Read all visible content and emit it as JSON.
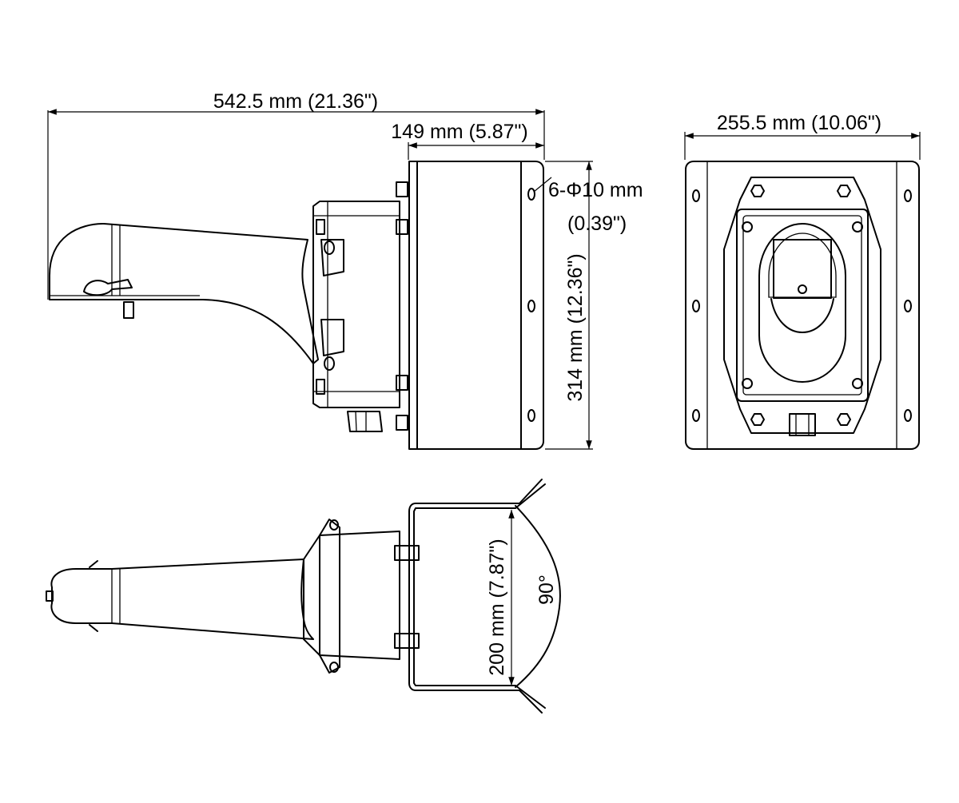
{
  "dimensions": {
    "overall_length": "542.5 mm (21.36\")",
    "box_depth": "149 mm (5.87\")",
    "width": "255.5 mm (10.06\")",
    "height": "314 mm (12.36\")",
    "hole_spec_line1": "6-Φ10 mm",
    "hole_spec_line2": "(0.39\")",
    "pole_diameter": "200 mm (7.87\")",
    "angle": "90°"
  }
}
